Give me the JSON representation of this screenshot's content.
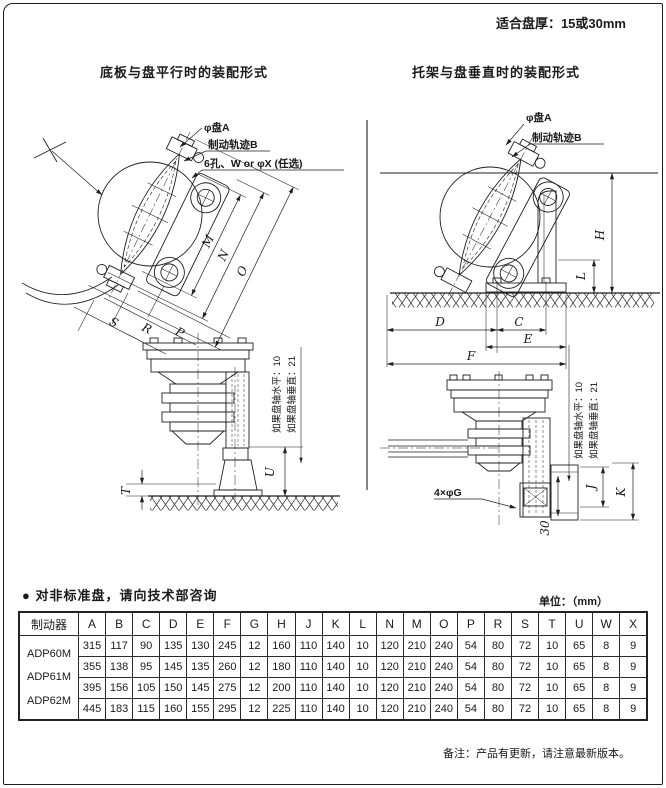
{
  "page": {
    "thickness_note": "适合盘厚：15或30mm",
    "consult_bullet": "●",
    "consult_note": "对非标准盘，请向技术部咨询",
    "unit_note": "单位：（mm）",
    "footer_note": "备注：产品有更新，请注意最新版本。"
  },
  "left_figure": {
    "title": "底板与盘平行时的装配形式",
    "labels": {
      "disc_a": "φ盘A",
      "brake_track_b": "制动轨迹B",
      "holes": "6孔、W or φX (任选)",
      "dim_m": "M",
      "dim_n": "N",
      "dim_o": "O",
      "dim_s": "S",
      "dim_r": "R",
      "dim_p": "P",
      "dim_t": "T",
      "dim_u": "U",
      "note_axis_horizontal": "如果盘轴水平：10",
      "note_axis_vertical": "如果盘轴垂直：21"
    }
  },
  "right_figure": {
    "title": "托架与盘垂直时的装配形式",
    "labels": {
      "disc_a": "φ盘A",
      "brake_track_b": "制动轨迹B",
      "dim_h": "H",
      "dim_l": "L",
      "dim_d": "D",
      "dim_c": "C",
      "dim_e": "E",
      "dim_f": "F",
      "dim_j": "J",
      "dim_k": "K",
      "dim_30": "30",
      "holes_g": "4×φG",
      "note_axis_horizontal": "如果盘轴水平：10",
      "note_axis_vertical": "如果盘轴垂直：21"
    }
  },
  "table": {
    "model_header": "制动器",
    "dim_headers": [
      "A",
      "B",
      "C",
      "D",
      "E",
      "F",
      "G",
      "H",
      "J",
      "K",
      "L",
      "N",
      "M",
      "O",
      "P",
      "R",
      "S",
      "T",
      "U",
      "W",
      "X"
    ],
    "models": [
      "ADP60M",
      "ADP61M",
      "ADP62M"
    ],
    "rows": [
      [
        "315",
        "117",
        "90",
        "135",
        "130",
        "245",
        "12",
        "160",
        "110",
        "140",
        "10",
        "120",
        "210",
        "240",
        "54",
        "80",
        "72",
        "10",
        "65",
        "8",
        "9"
      ],
      [
        "355",
        "138",
        "95",
        "145",
        "135",
        "260",
        "12",
        "180",
        "110",
        "140",
        "10",
        "120",
        "210",
        "240",
        "54",
        "80",
        "72",
        "10",
        "65",
        "8",
        "9"
      ],
      [
        "395",
        "156",
        "105",
        "150",
        "145",
        "275",
        "12",
        "200",
        "110",
        "140",
        "10",
        "120",
        "210",
        "240",
        "54",
        "80",
        "72",
        "10",
        "65",
        "8",
        "9"
      ],
      [
        "445",
        "183",
        "115",
        "160",
        "155",
        "295",
        "12",
        "225",
        "110",
        "140",
        "10",
        "120",
        "210",
        "240",
        "54",
        "80",
        "72",
        "10",
        "65",
        "8",
        "9"
      ]
    ]
  }
}
